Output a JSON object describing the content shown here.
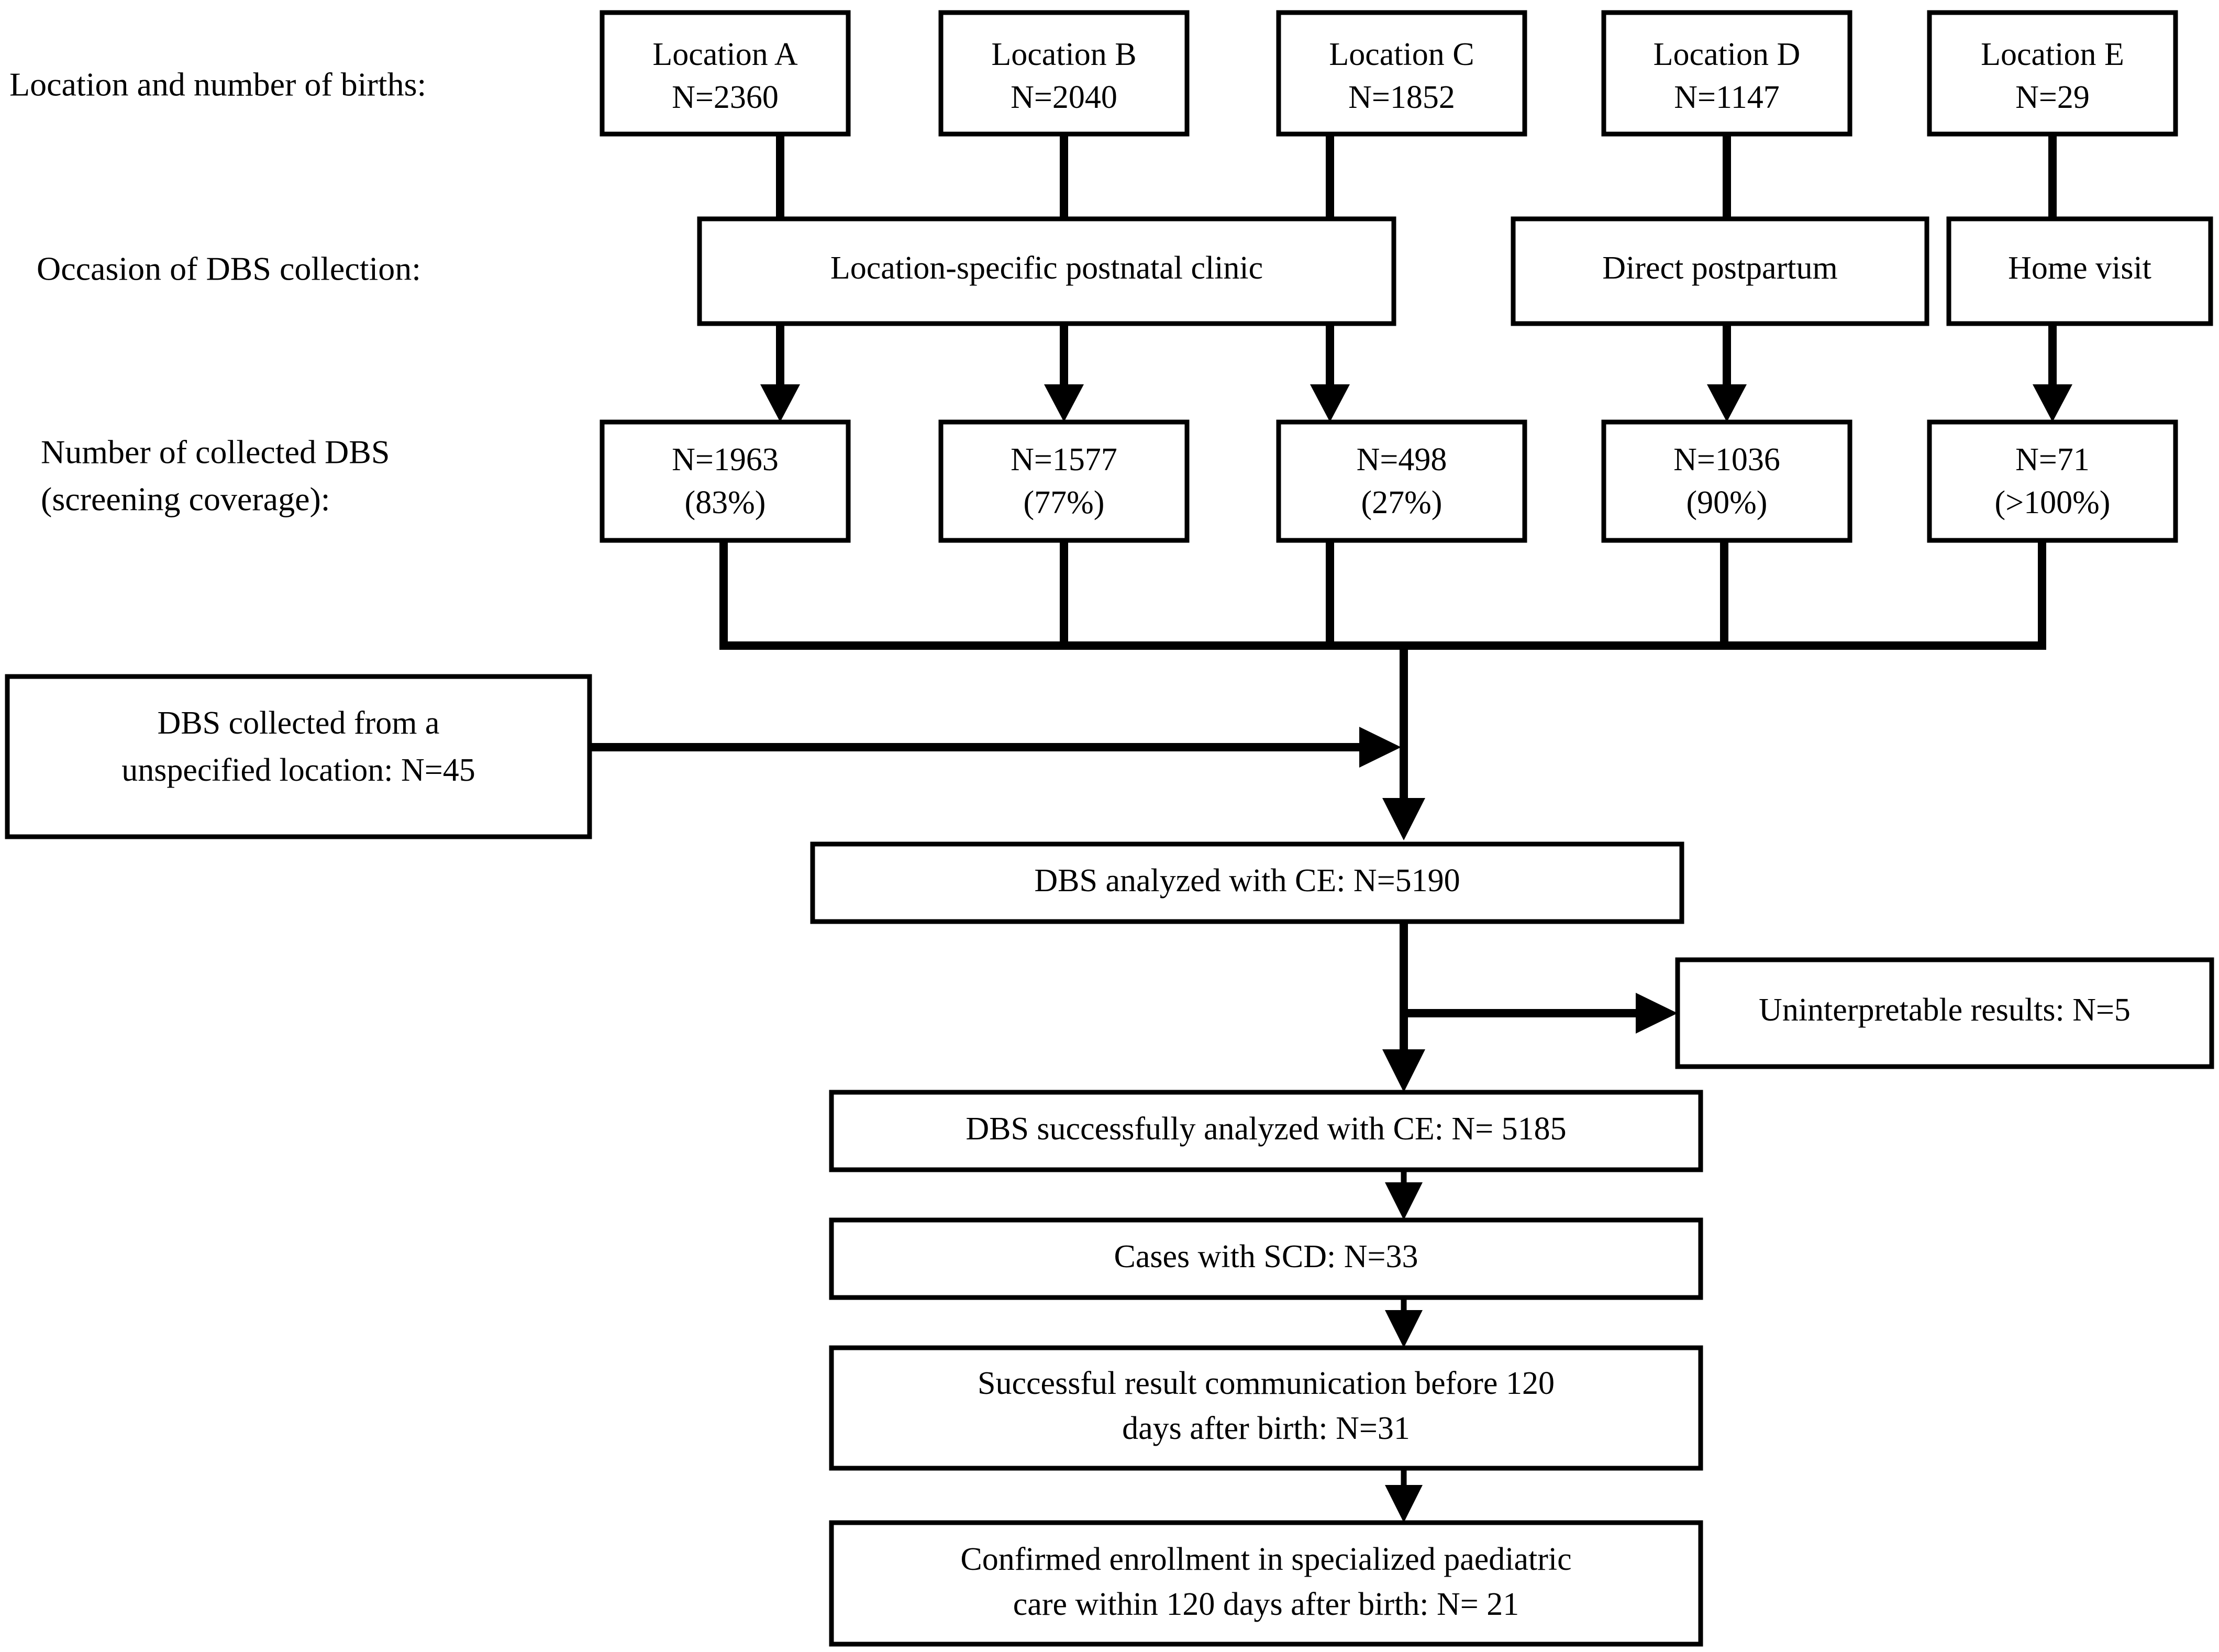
{
  "figure": {
    "type": "flowchart",
    "title": "Newborn screening DBS collection and sickle cell disease case flow",
    "orientation": "top-to-bottom",
    "background_color": "#ffffff",
    "line_color": "#000000",
    "box_fill": "#ffffff"
  },
  "row_labels": {
    "births": "Location and number of births:",
    "occasion": "Occasion of DBS collection:",
    "collected_line1": "Number of collected DBS",
    "collected_line2": "(screening coverage):"
  },
  "births": [
    {
      "name": "Location A",
      "n": "N=2360"
    },
    {
      "name": "Location B",
      "n": "N=2040"
    },
    {
      "name": "Location C",
      "n": "N=1852"
    },
    {
      "name": "Location D",
      "n": "N=1147"
    },
    {
      "name": "Location E",
      "n": "N=29"
    }
  ],
  "occasions": [
    {
      "label": "Location-specific postnatal clinic",
      "covers": [
        "Location A",
        "Location B",
        "Location C"
      ]
    },
    {
      "label": "Direct postpartum",
      "covers": [
        "Location D"
      ]
    },
    {
      "label": "Home visit",
      "covers": [
        "Location E"
      ]
    }
  ],
  "collected": [
    {
      "n": "N=1963",
      "coverage": "(83%)"
    },
    {
      "n": "N=1577",
      "coverage": "(77%)"
    },
    {
      "n": "N=498",
      "coverage": "(27%)"
    },
    {
      "n": "N=1036",
      "coverage": "(90%)"
    },
    {
      "n": "N=71",
      "coverage": "(>100%)"
    }
  ],
  "side_inputs": {
    "unspecified_line1": "DBS collected from a",
    "unspecified_line2": "unspecified location: N=45"
  },
  "exclusions": {
    "uninterpretable": "Uninterpretable results: N=5"
  },
  "chain": [
    {
      "label": "DBS analyzed with CE: N=5190"
    },
    {
      "label": "DBS successfully analyzed with CE: N= 5185"
    },
    {
      "label": "Cases with SCD: N=33"
    },
    {
      "label_line1": "Successful result communication before 120",
      "label_line2": "days after birth: N=31"
    },
    {
      "label_line1": "Confirmed enrollment in specialized paediatric",
      "label_line2": "care within 120 days after birth: N= 21"
    }
  ]
}
